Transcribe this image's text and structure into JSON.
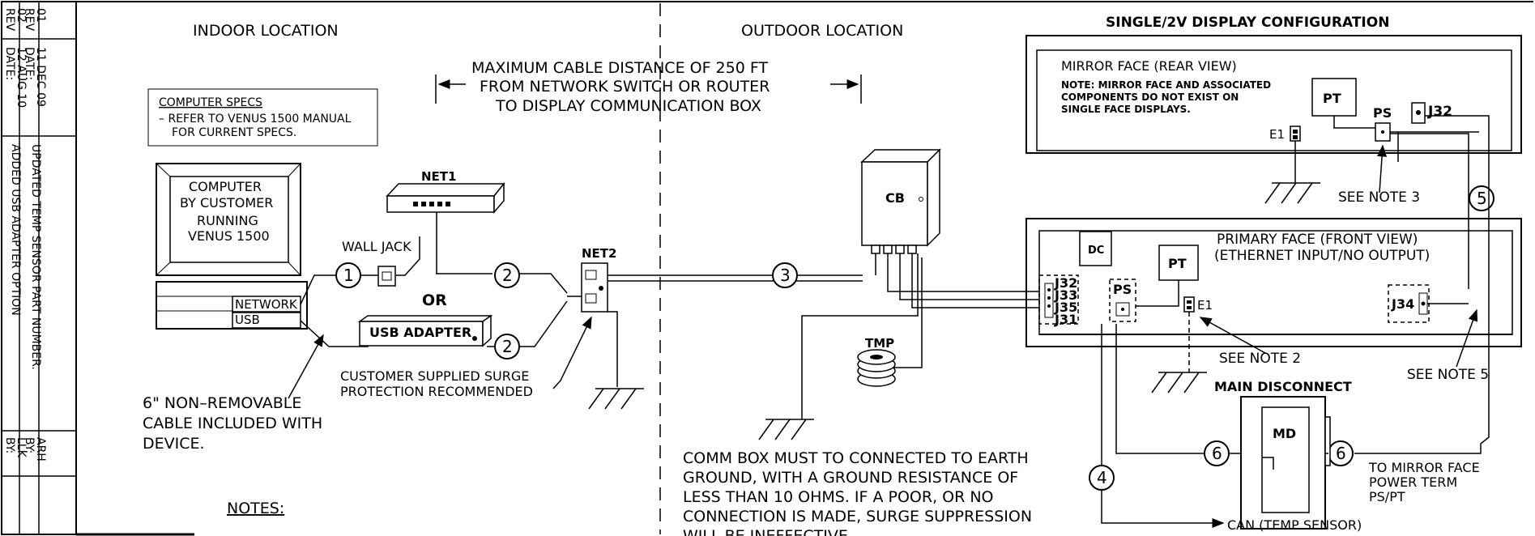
{
  "revision_block": {
    "headers": {
      "rev": "REV",
      "date": "DATE:",
      "by": "BY:"
    },
    "revisions": [
      {
        "rev": "02",
        "date": "12 AUG 10",
        "desc": "ADDED USB ADAPTER OPTION",
        "by": "LLK"
      },
      {
        "rev": "01",
        "date": "11 DEC 09",
        "desc": "UPDATED TEMP SENSOR PART NUMBER.",
        "by": "ARH"
      }
    ]
  },
  "sections": {
    "indoor": "INDOOR LOCATION",
    "outdoor": "OUTDOOR LOCATION",
    "display_config": "SINGLE/2V DISPLAY CONFIGURATION"
  },
  "cable_note": [
    "MAXIMUM CABLE DISTANCE OF 250 FT",
    "FROM NETWORK SWITCH OR ROUTER",
    "TO DISPLAY COMMUNICATION BOX"
  ],
  "computer_specs": {
    "title": "COMPUTER SPECS",
    "line1": "– REFER TO VENUS 1500 MANUAL",
    "line2": "FOR CURRENT SPECS."
  },
  "computer": {
    "screen": [
      "COMPUTER",
      "BY CUSTOMER",
      "RUNNING",
      "VENUS 1500"
    ],
    "network_port": "NETWORK",
    "usb_port": "USB"
  },
  "labels": {
    "wall_jack": "WALL JACK",
    "net1": "NET1",
    "net2": "NET2",
    "or": "OR",
    "usb_adapter": "USB ADAPTER",
    "cb": "CB",
    "tmp": "TMP",
    "dc": "DC",
    "pt": "PT",
    "ps": "PS",
    "e1": "E1",
    "md": "MD",
    "j32": "J32",
    "j33": "J33",
    "j35": "J35",
    "j31": "J31",
    "j34": "J34",
    "main_disconnect": "MAIN DISCONNECT"
  },
  "circles": [
    "1",
    "2",
    "2",
    "3",
    "4",
    "5",
    "6",
    "6"
  ],
  "surge_note": [
    "CUSTOMER SUPPLIED SURGE",
    "PROTECTION RECOMMENDED"
  ],
  "cable_included": [
    "6\" NON–REMOVABLE",
    "CABLE INCLUDED WITH",
    "DEVICE."
  ],
  "notes_heading": "NOTES:",
  "mirror_face": {
    "title": "MIRROR FACE (REAR VIEW)",
    "note": [
      "NOTE: MIRROR FACE AND ASSOCIATED",
      "COMPONENTS DO NOT EXIST ON",
      "SINGLE FACE DISPLAYS."
    ]
  },
  "primary_face": [
    "PRIMARY FACE (FRONT VIEW)",
    "(ETHERNET INPUT/NO OUTPUT)"
  ],
  "see_notes": {
    "n3": "SEE NOTE 3",
    "n2": "SEE NOTE 2",
    "n5": "SEE NOTE 5"
  },
  "ground_note": [
    "COMM BOX MUST TO CONNECTED TO EARTH",
    "GROUND, WITH A GROUND RESISTANCE OF",
    "LESS THAN 10 OHMS. IF A POOR, OR NO",
    "CONNECTION IS MADE, SURGE SUPPRESSION",
    "WILL BE INEFFECTIVE."
  ],
  "mirror_power": [
    "TO MIRROR FACE",
    "POWER TERM",
    "PS/PT"
  ],
  "can_label": "CAN (TEMP SENSOR)"
}
